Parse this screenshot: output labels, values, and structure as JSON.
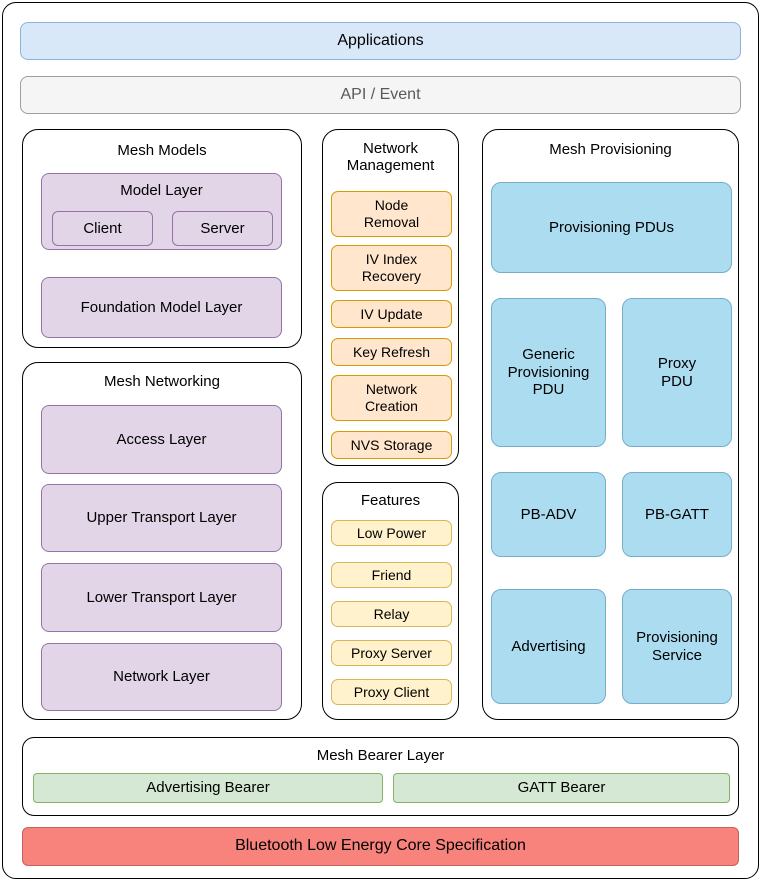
{
  "applications": "Applications",
  "api_event": "API / Event",
  "mesh_models": {
    "title": "Mesh Models",
    "model_layer": {
      "title": "Model Layer",
      "client": "Client",
      "server": "Server"
    },
    "foundation": "Foundation Model Layer"
  },
  "mesh_networking": {
    "title": "Mesh Networking",
    "layers": [
      "Access Layer",
      "Upper Transport Layer",
      "Lower Transport Layer",
      "Network Layer"
    ]
  },
  "network_management": {
    "title": "Network Management",
    "items": [
      "Node\nRemoval",
      "IV Index\nRecovery",
      "IV Update",
      "Key Refresh",
      "Network\nCreation",
      "NVS Storage"
    ]
  },
  "features": {
    "title": "Features",
    "items": [
      "Low Power",
      "Friend",
      "Relay",
      "Proxy Server",
      "Proxy Client"
    ]
  },
  "mesh_provisioning": {
    "title": "Mesh Provisioning",
    "provisioning_pdus": "Provisioning PDUs",
    "cells": [
      "Generic\nProvisioning\nPDU",
      "Proxy\nPDU",
      "PB-ADV",
      "PB-GATT",
      "Advertising",
      "Provisioning\nService"
    ]
  },
  "mesh_bearer": {
    "title": "Mesh Bearer Layer",
    "advertising_bearer": "Advertising Bearer",
    "gatt_bearer": "GATT Bearer"
  },
  "ble_core": "Bluetooth Low Energy Core Specification",
  "colors": {
    "applications_bg": "#d9e8f9",
    "applications_border": "#8db3da",
    "api_bg": "#f5f5f5",
    "api_text": "#595959",
    "purple_bg": "#e1d5e7",
    "purple_border": "#9673a6",
    "orange_bg": "#ffe6cc",
    "orange_border": "#d79b00",
    "yellow_bg": "#fff2cc",
    "yellow_border": "#d6b656",
    "blue_bg": "#abdcf0",
    "blue_border": "#74aecb",
    "green_bg": "#d5e8d4",
    "green_border": "#82b366",
    "red_bg": "#f8837c",
    "red_border": "#c4625d"
  }
}
